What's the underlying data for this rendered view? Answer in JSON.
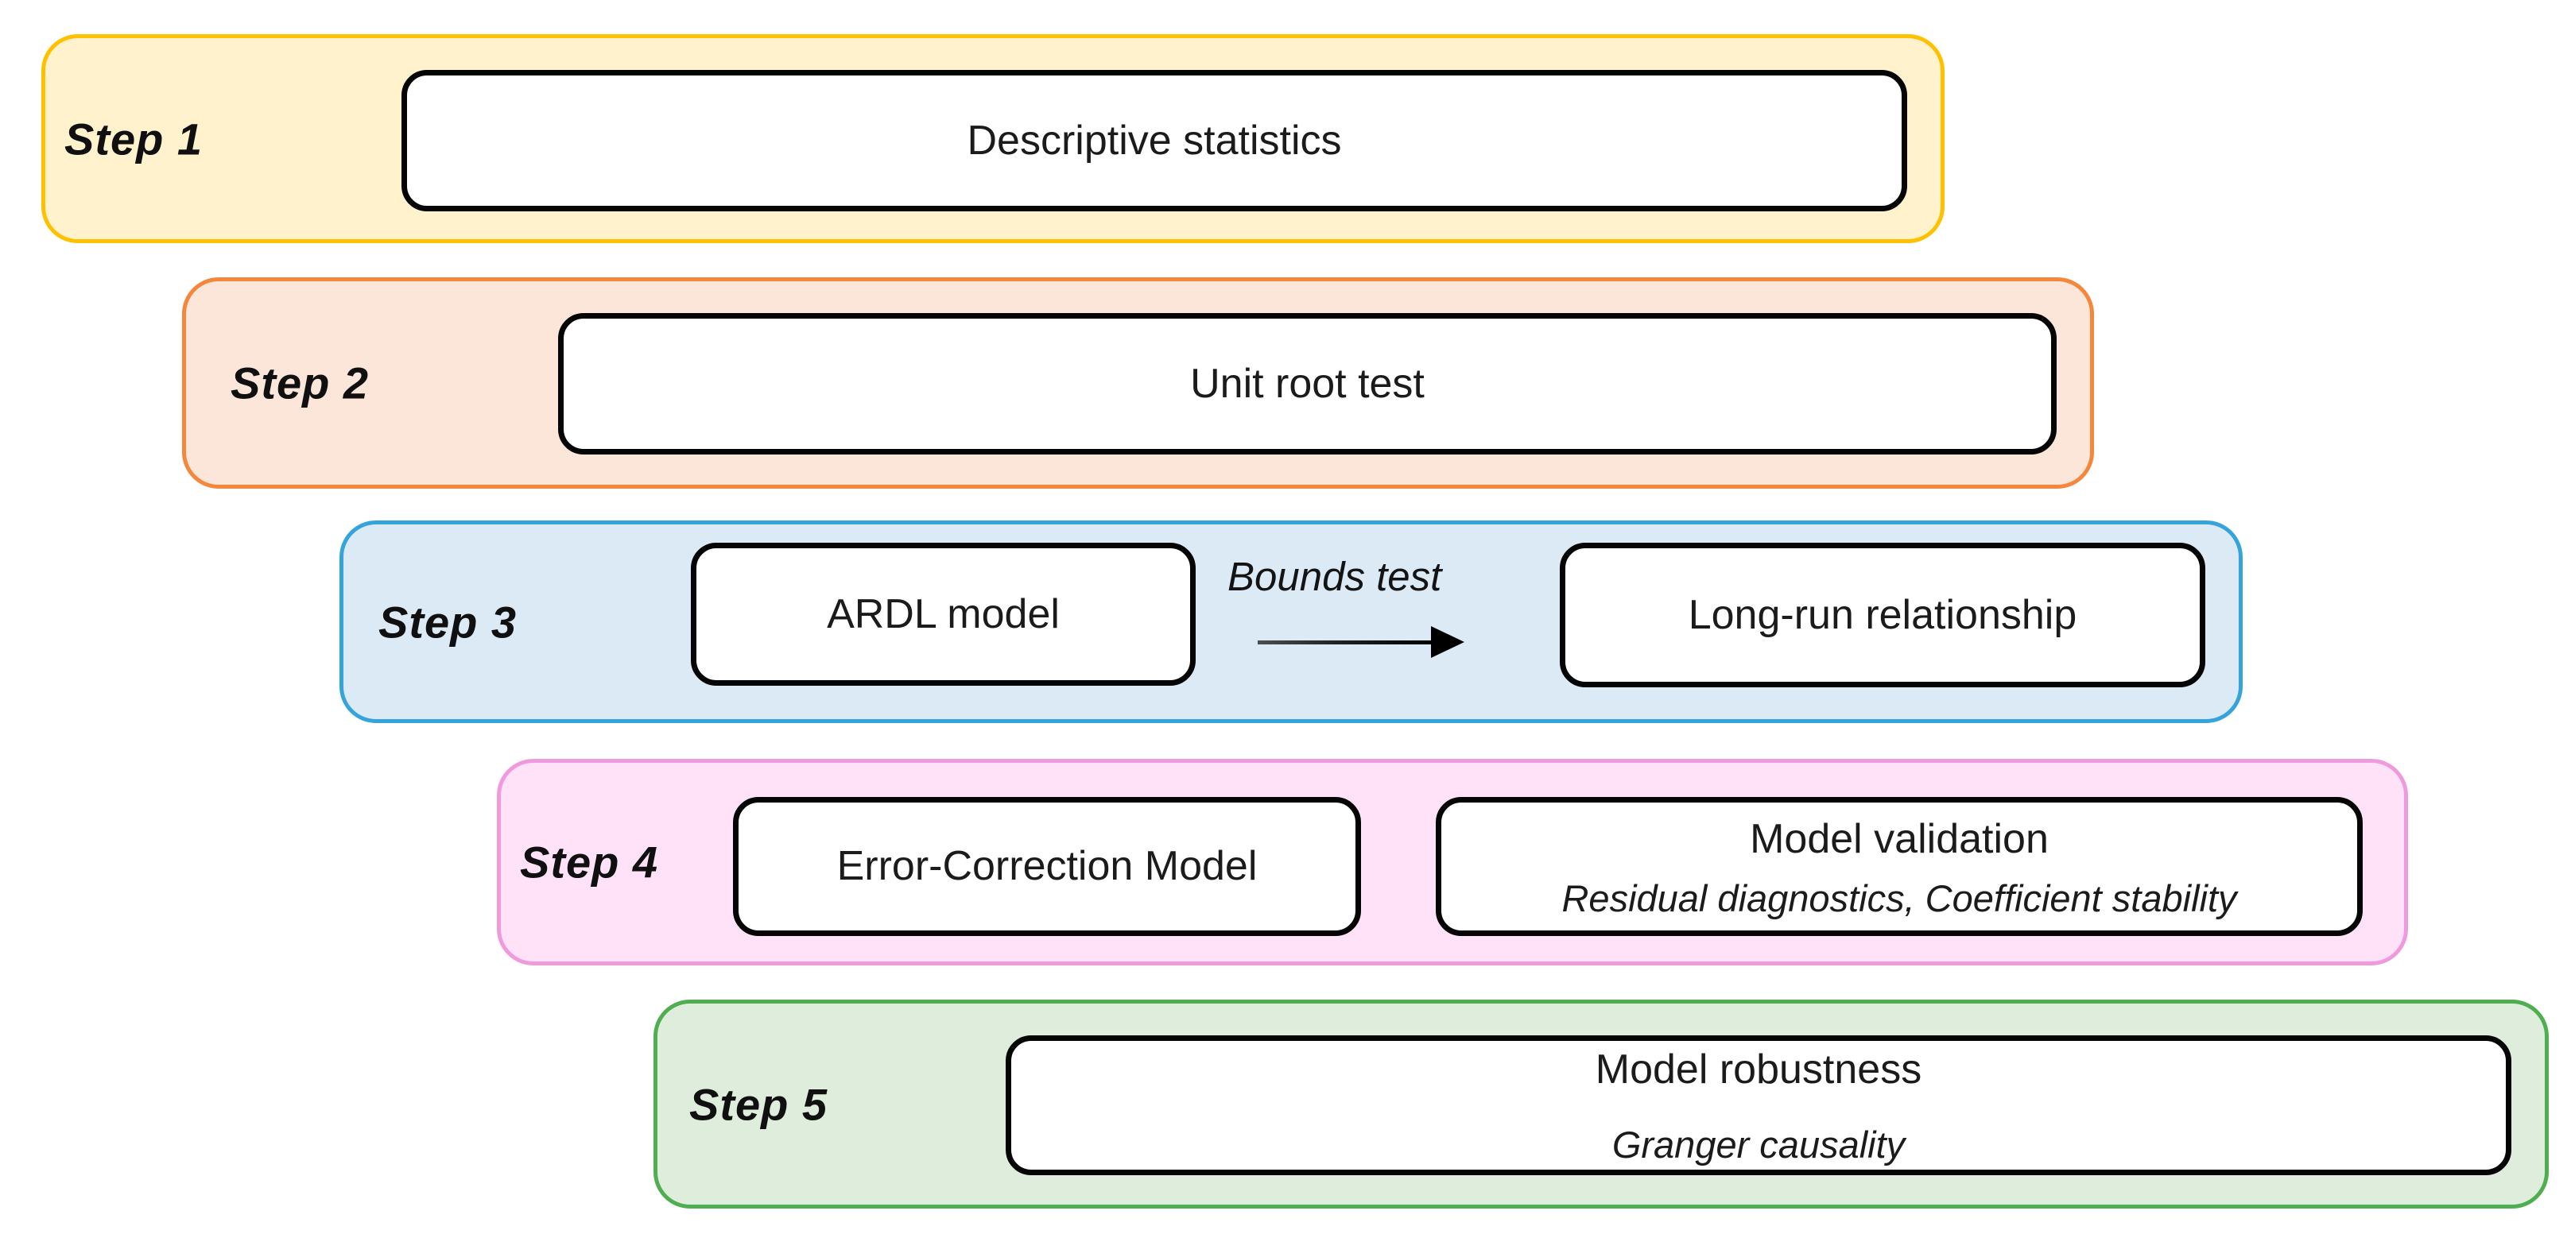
{
  "steps": [
    {
      "label": "Step 1",
      "fill": "#FFF2CC",
      "border": "#FFC000",
      "boxes": [
        {
          "title": "Descriptive statistics"
        }
      ]
    },
    {
      "label": "Step 2",
      "fill": "#FCE6D9",
      "border": "#F4873C",
      "boxes": [
        {
          "title": "Unit root test"
        }
      ]
    },
    {
      "label": "Step 3",
      "fill": "#DCEAF6",
      "border": "#35A3DC",
      "arrow_label": "Bounds test",
      "boxes": [
        {
          "title": "ARDL model"
        },
        {
          "title": "Long-run relationship"
        }
      ]
    },
    {
      "label": "Step 4",
      "fill": "#FFE2F8",
      "border": "#F09ADE",
      "boxes": [
        {
          "title": "Error-Correction Model"
        },
        {
          "title": "Model validation",
          "subtitle": "Residual diagnostics, Coefficient stability"
        }
      ]
    },
    {
      "label": "Step 5",
      "fill": "#DFEEDC",
      "border": "#4FAE50",
      "boxes": [
        {
          "title": "Model robustness",
          "subtitle": "Granger causality"
        }
      ]
    }
  ]
}
